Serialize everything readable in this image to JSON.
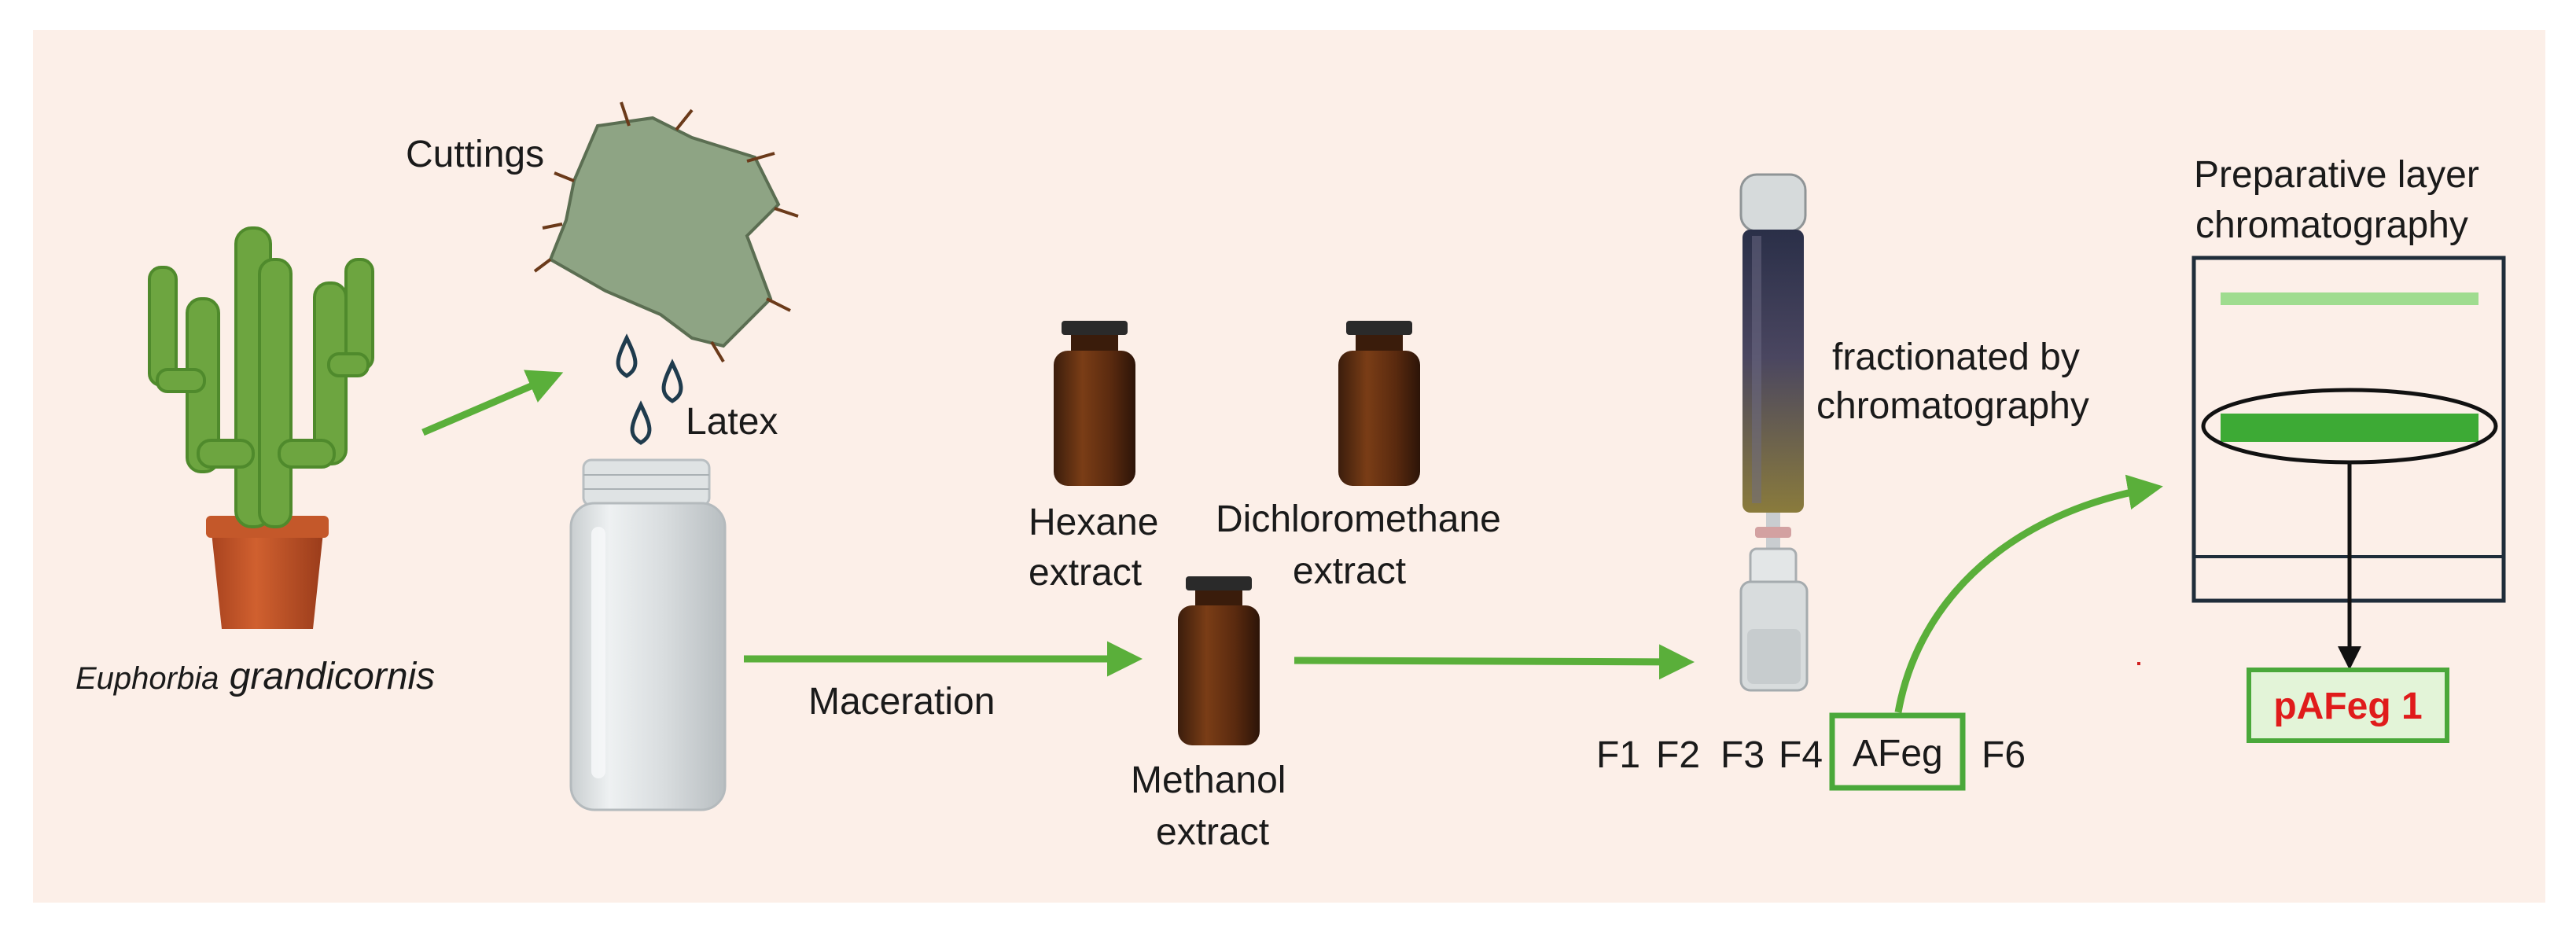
{
  "labels": {
    "cuttings": "Cuttings",
    "latex": "Latex",
    "species_genus": "Euphorbia",
    "species_epithet": " grandicornis",
    "maceration": "Maceration",
    "hexane_1": "Hexane",
    "hexane_2": "extract",
    "dcm_1": "Dichloromethane",
    "dcm_2": "extract",
    "methanol_1": "Methanol",
    "methanol_2": "extract",
    "fractionated_1": "fractionated by",
    "fractionated_2": "chromatography",
    "plc_1": "Preparative layer",
    "plc_2": "chromatography",
    "product": "pAFeg 1"
  },
  "fractions": {
    "f1": "F1",
    "f2": "F2",
    "f3": "F3",
    "f4": "F4",
    "afeg": "AFeg",
    "f6": "F6"
  },
  "icons": {
    "plant": "cactus-plant-icon",
    "cuttings": "cactus-cuttings-icon",
    "latex": "droplets-icon",
    "jar": "glass-jar-icon",
    "vial": "amber-vial-icon",
    "column": "chromatography-column-icon",
    "plate": "tlc-plate-icon"
  },
  "colors": {
    "background": "#fcefe8",
    "arrow_green": "#5aaf3a",
    "band_green": "#3daa35",
    "product_fill": "#e3f4d8",
    "product_text": "#e01b1b",
    "box_border": "#4aa83a"
  }
}
